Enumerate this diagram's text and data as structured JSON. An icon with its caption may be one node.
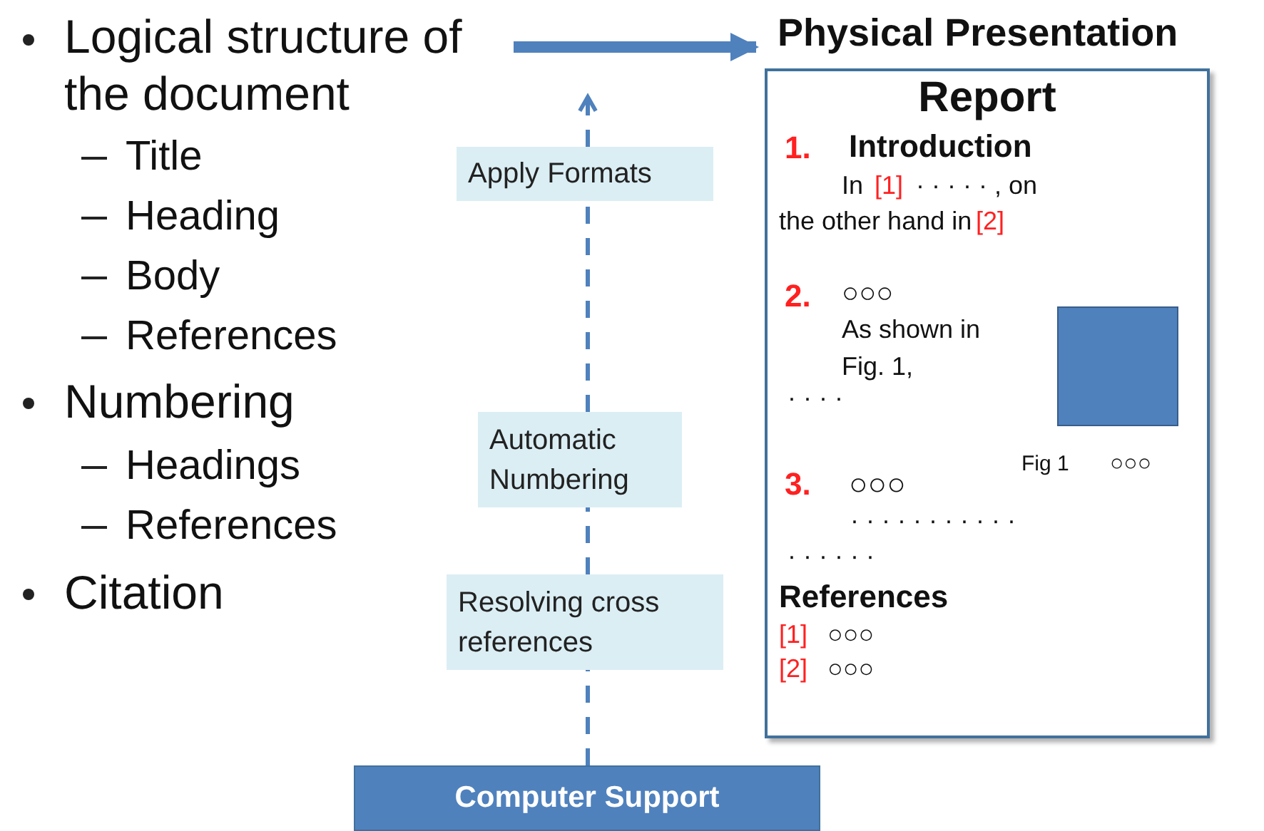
{
  "diagram": {
    "nodes": [
      {
        "text": [
          "Logical structure of the document"
        ]
      },
      {
        "text": [
          "Physical Presentation",
          "Report"
        ]
      },
      {
        "text": [
          "Computer Support"
        ]
      },
      {
        "text": [
          "Apply Formats"
        ]
      },
      {
        "text": [
          "Automatic Numbering"
        ]
      },
      {
        "text": [
          "Resolving cross references"
        ]
      },
      {
        "text": [],
        "shape": "box",
        "in": 1
      }
    ],
    "edges": [
      {
        "from": 0,
        "to": 1,
        "arrow": "to",
        "style": "thick"
      },
      {
        "from": 2,
        "to": 5,
        "arrow": "none",
        "style": "dashed"
      },
      {
        "from": 5,
        "to": 4,
        "arrow": "none",
        "style": "dashed"
      },
      {
        "from": 4,
        "to": 3,
        "arrow": "none",
        "style": "dashed"
      },
      {
        "from": 3,
        "to": null,
        "arrow": "to",
        "style": "dashed"
      }
    ],
    "labels": [
      "Title",
      "Heading",
      "Body",
      "References",
      "Numbering",
      "Headings",
      "References",
      "Citation",
      "1.",
      "Introduction",
      "In",
      "[1]",
      "· · · · · , on",
      "the other hand in",
      "[2]",
      "2.",
      "○○○",
      "As shown in Fig. 1,",
      "· · · ·",
      "Fig 1",
      "○○○",
      "3.",
      "○○○",
      "· · · · · · · · · · ·",
      "· · · · · ·",
      "References",
      "[1]",
      "○○○",
      "[2]",
      "○○○"
    ]
  }
}
